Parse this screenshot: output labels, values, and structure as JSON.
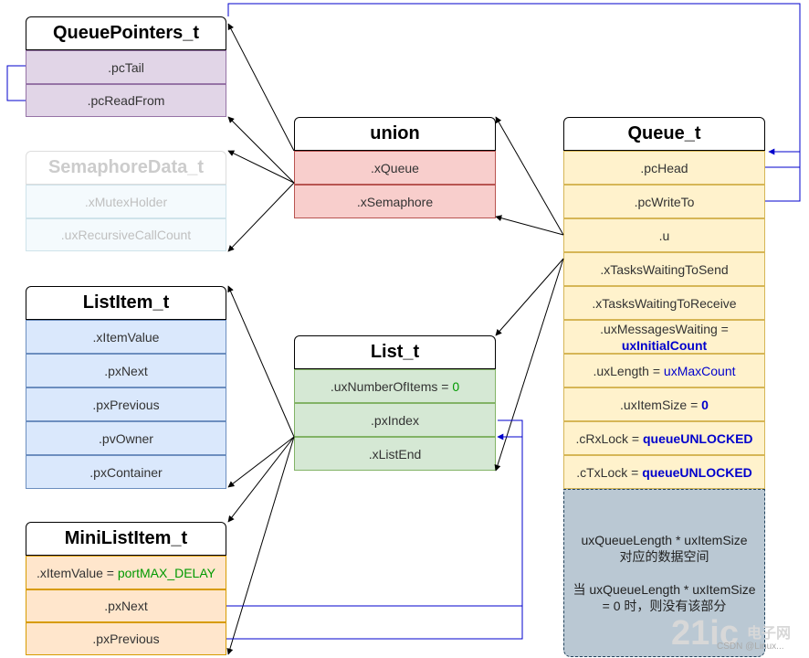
{
  "queue_pointers": {
    "title": "QueuePointers_t",
    "rows": [
      ".pcTail",
      ".pcReadFrom"
    ]
  },
  "semaphore_data": {
    "title": "SemaphoreData_t",
    "rows": [
      ".xMutexHolder",
      ".uxRecursiveCallCount"
    ]
  },
  "list_item": {
    "title": "ListItem_t",
    "rows": [
      ".xItemValue",
      ".pxNext",
      ".pxPrevious",
      ".pvOwner",
      ".pxContainer"
    ]
  },
  "mini_list_item": {
    "title": "MiniListItem_t",
    "item_value_label": ".xItemValue = ",
    "item_value": "portMAX_DELAY",
    "rows": [
      ".pxNext",
      ".pxPrevious"
    ]
  },
  "union": {
    "title": "union",
    "rows": [
      ".xQueue",
      ".xSemaphore"
    ]
  },
  "list": {
    "title": "List_t",
    "num_items_label": ".uxNumberOfItems = ",
    "num_items_value": "0",
    "rows": [
      ".pxIndex",
      ".xListEnd"
    ]
  },
  "queue": {
    "title": "Queue_t",
    "rows": [
      ".pcHead",
      ".pcWriteTo",
      ".u",
      ".xTasksWaitingToSend",
      ".xTasksWaitingToReceive"
    ],
    "msg_waiting_label": ".uxMessagesWaiting =",
    "msg_waiting_value": "uxInitialCount",
    "length_label": ".uxLength = ",
    "length_value": "uxMaxCount",
    "item_size_label": ".uxItemSize = ",
    "item_size_value": "0",
    "rx_lock_label": ".cRxLock = ",
    "rx_lock_value": "queueUNLOCKED",
    "tx_lock_label": ".cTxLock = ",
    "tx_lock_value": "queueUNLOCKED",
    "storage_line1": "uxQueueLength * uxItemSize",
    "storage_line2": "对应的数据空间",
    "storage_line3": "当 uxQueueLength * uxItemSize",
    "storage_line4": "= 0 时，则没有该部分"
  },
  "watermark": {
    "brand": "21ic",
    "brand_cn": "电子网",
    "credit": "CSDN @Linux..."
  },
  "colors": {
    "arrow": "#000000",
    "link": "#0000cc"
  }
}
